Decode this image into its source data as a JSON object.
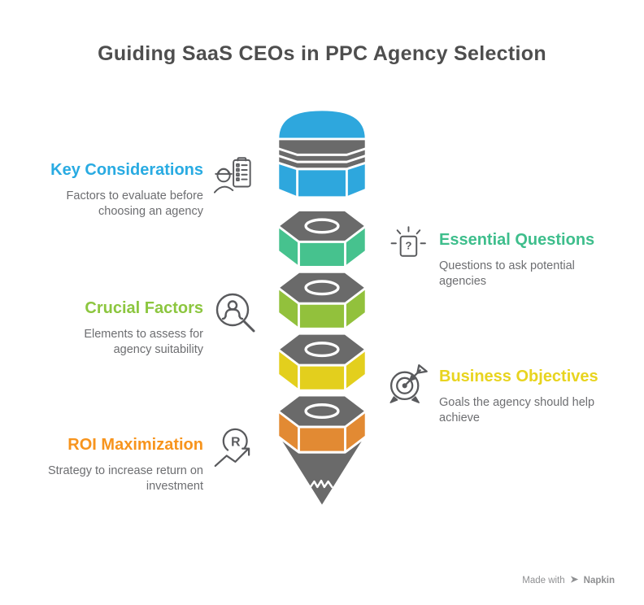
{
  "title": "Guiding SaaS CEOs in PPC Agency Selection",
  "colors": {
    "title_text": "#4e4e4e",
    "body_text": "#6d6e71",
    "icon_stroke": "#595a5d",
    "shape_gray": "#6a6a6a",
    "watermark_text": "#8f9092"
  },
  "sections": [
    {
      "id": "key-considerations",
      "side": "left",
      "heading": "Key Considerations",
      "description": "Factors to evaluate before choosing an agency",
      "color": "#29abe2",
      "icon": "person-checklist-icon"
    },
    {
      "id": "essential-questions",
      "side": "right",
      "heading": "Essential Questions",
      "description": "Questions to ask potential agencies",
      "color": "#3ebe8c",
      "icon": "question-card-icon"
    },
    {
      "id": "crucial-factors",
      "side": "left",
      "heading": "Crucial Factors",
      "description": "Elements to assess for agency suitability",
      "color": "#8cc63f",
      "icon": "person-magnifier-icon"
    },
    {
      "id": "business-objectives",
      "side": "right",
      "heading": "Business Objectives",
      "description": "Goals the agency should help achieve",
      "color": "#e8d41f",
      "icon": "target-dart-icon"
    },
    {
      "id": "roi-maximization",
      "side": "left",
      "heading": "ROI Maximization",
      "description": "Strategy to increase return on investment",
      "color": "#f7941d",
      "icon": "roi-arrow-icon"
    }
  ],
  "pencil": {
    "eraser_color": "#2ea7dd",
    "ferrule_color": "#6a6a6a",
    "top_face_color": "#6a6a6a",
    "tip_color": "#6a6a6a",
    "segment_colors": [
      "#2ea7dd",
      "#46c28e",
      "#92c13c",
      "#e3cf1d",
      "#e28a33"
    ]
  },
  "icon_glyphs": {
    "question_mark": "?",
    "roi_letter": "R"
  },
  "watermark": {
    "prefix": "Made with",
    "brand": "Napkin"
  }
}
